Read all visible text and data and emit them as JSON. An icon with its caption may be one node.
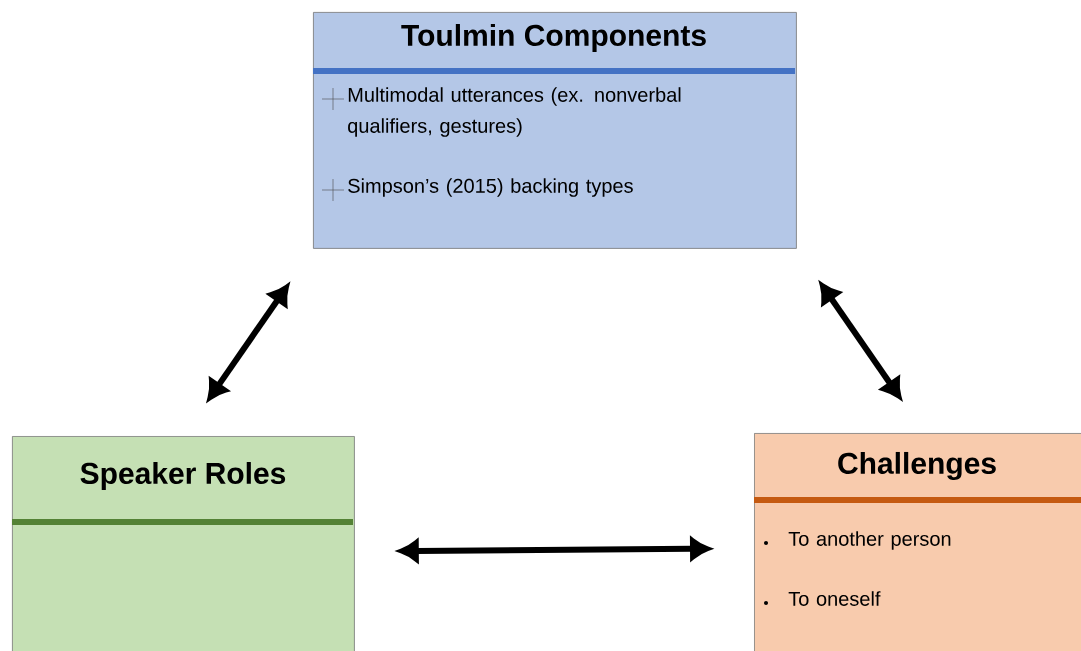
{
  "diagram": {
    "nodes": [
      {
        "text": [
          "Toulmin Components",
          "Multimodal utterances (ex. nonverbal qualifiers, gestures)",
          "Simpson’s (2015) backing types"
        ]
      },
      {
        "text": [
          "Speaker Roles"
        ]
      },
      {
        "text": [
          "Challenges",
          "To another person",
          "To oneself"
        ]
      }
    ],
    "edges": [
      {
        "from": 0,
        "to": 1,
        "arrow": "both"
      },
      {
        "from": 0,
        "to": 2,
        "arrow": "both"
      },
      {
        "from": 1,
        "to": 2,
        "arrow": "both"
      }
    ]
  }
}
